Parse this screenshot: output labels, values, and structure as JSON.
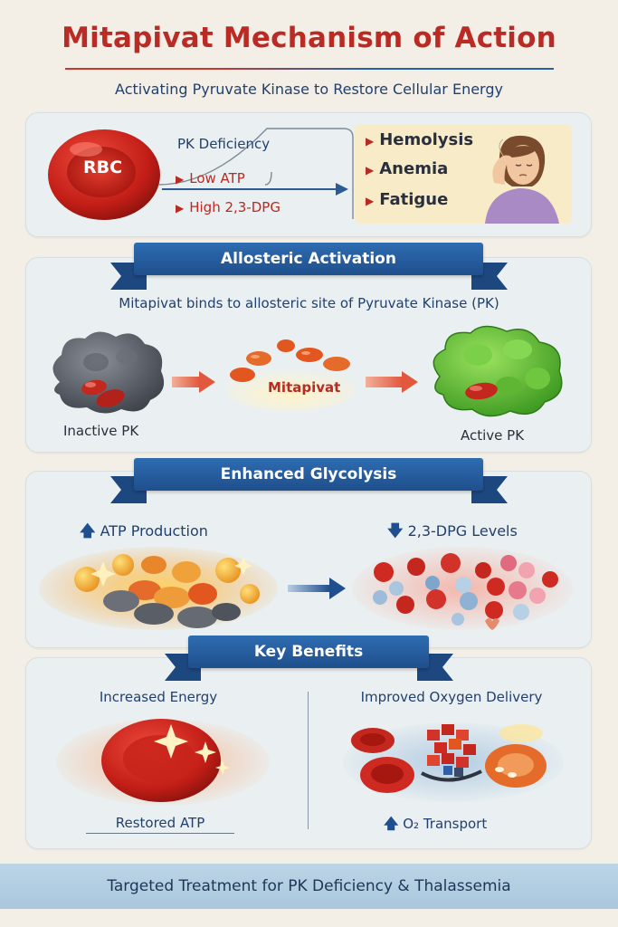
{
  "header": {
    "title": "Mitapivat Mechanism of Action",
    "subtitle": "Activating Pyruvate Kinase to Restore Cellular Energy"
  },
  "section1": {
    "rbc_label": "RBC",
    "deficiency_label": "PK Deficiency",
    "findings": [
      "Low ATP",
      "High 2,3-DPG"
    ],
    "symptoms": [
      "Hemolysis",
      "Anemia",
      "Fatigue"
    ]
  },
  "section2": {
    "ribbon": "Allosteric Activation",
    "caption": "Mitapivat binds to allosteric site of Pyruvate Kinase (PK)",
    "inactive_label": "Inactive PK",
    "drug_label": "Mitapivat",
    "active_label": "Active PK"
  },
  "section3": {
    "ribbon": "Enhanced Glycolysis",
    "atp_label": "ATP Production",
    "dpg_label": "2,3-DPG Levels"
  },
  "section4": {
    "ribbon": "Key Benefits",
    "benefit_left_title": "Increased Energy",
    "benefit_left_caption": "Restored ATP",
    "benefit_right_title": "Improved Oxygen Delivery",
    "benefit_right_caption": "O₂ Transport"
  },
  "footer": {
    "text": "Targeted Treatment for PK Deficiency & Thalassemia"
  },
  "colors": {
    "title_red": "#b92b24",
    "navy": "#22406f",
    "ribbon_blue": "#2e6cb1"
  }
}
